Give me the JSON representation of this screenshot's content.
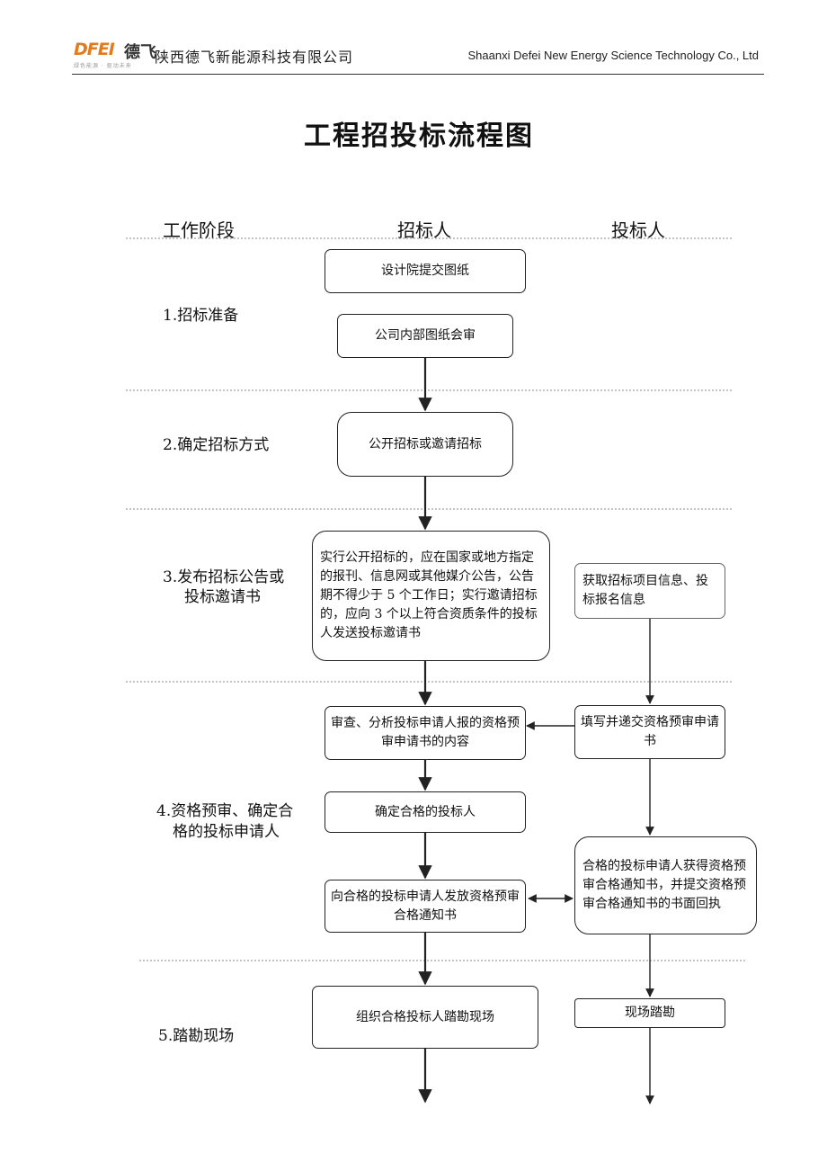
{
  "header": {
    "logo_text": "DFEI",
    "logo_han": "德飞",
    "logo_slogan": "绿色能源 · 驱动未来",
    "company_cn": "陕西德飞新能源科技有限公司",
    "company_en": "Shaanxi Defei New Energy Science Technology Co., Ltd"
  },
  "title": "工程招投标流程图",
  "columns": {
    "stage": "工作阶段",
    "tenderer": "招标人",
    "bidder": "投标人"
  },
  "stages": [
    {
      "label": "1.招标准备"
    },
    {
      "label": "2.确定招标方式"
    },
    {
      "label": "3.发布招标公告或\n投标邀请书"
    },
    {
      "label": "4.资格预审、确定合\n格的投标申请人"
    },
    {
      "label": "5.踏勘现场"
    }
  ],
  "tenderer_steps": [
    "设计院提交图纸",
    "公司内部图纸会审",
    "公开招标或邀请招标",
    "实行公开招标的，应在国家或地方指定的报刊、信息网或其他媒介公告，公告期不得少于 5 个工作日；实行邀请招标的，应向 3 个以上符合资质条件的投标人发送投标邀请书",
    "审查、分析投标申请人报的资格预审申请书的内容",
    "确定合格的投标人",
    "向合格的投标申请人发放资格预审合格通知书",
    "组织合格投标人踏勘现场"
  ],
  "bidder_steps": [
    "获取招标项目信息、投标报名信息",
    "填写并递交资格预审申请书",
    "合格的投标申请人获得资格预审合格通知书，并提交资格预审合格通知书的书面回执",
    "现场踏勘"
  ],
  "colors": {
    "line": "#222222",
    "divider": "#888888",
    "logo_orange": "#e27a1e"
  }
}
